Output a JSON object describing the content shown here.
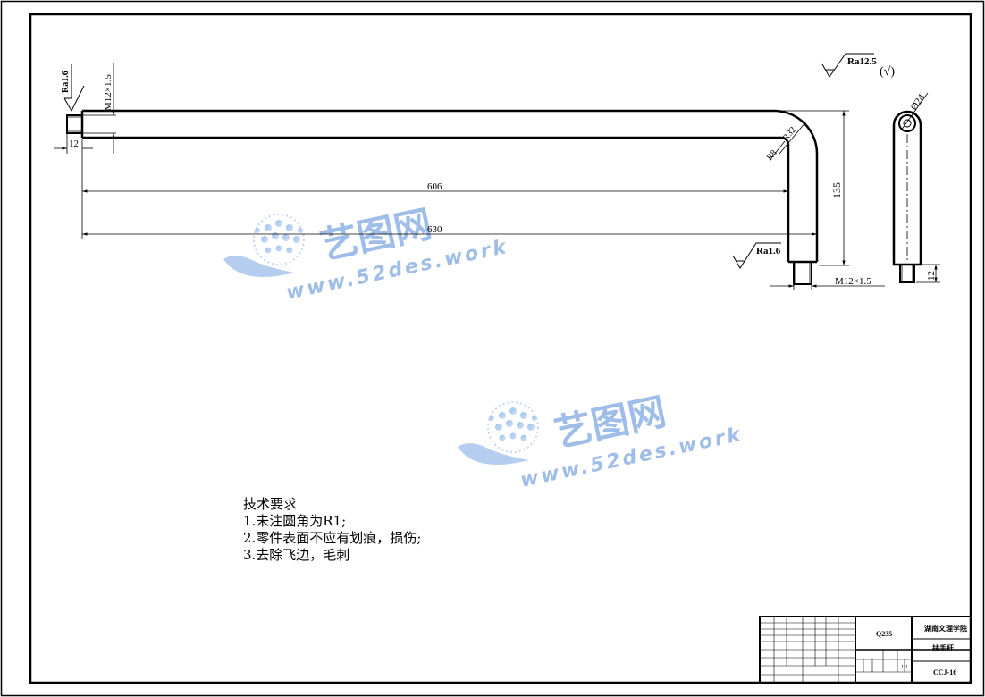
{
  "drawing": {
    "dimensions": {
      "thread_left": "M12×1.5",
      "thread_right": "M12×1.5",
      "length_606": "606",
      "length_630": "630",
      "height_135": "135",
      "end_12_left": "12",
      "end_12_right": "12",
      "radius_outer": "R32",
      "radius_inner": "R8",
      "diameter": "Ø24"
    },
    "roughness": {
      "left_end": "Ra1.6",
      "right_end": "Ra1.6",
      "general": "Ra12.5",
      "general_note": "(√)"
    }
  },
  "watermark": {
    "brand": "艺图网",
    "url": "www.52des.work"
  },
  "tech_requirements": {
    "title": "技术要求",
    "items": [
      "1.未注圆角为R1;",
      "2.零件表面不应有划痕，损伤;",
      "3.去除飞边，毛刺"
    ]
  },
  "title_block": {
    "material": "Q235",
    "company": "湖南文理学院",
    "part_name": "扶手杆",
    "drawing_no": "CCJ-16",
    "ratio": "1:1"
  }
}
